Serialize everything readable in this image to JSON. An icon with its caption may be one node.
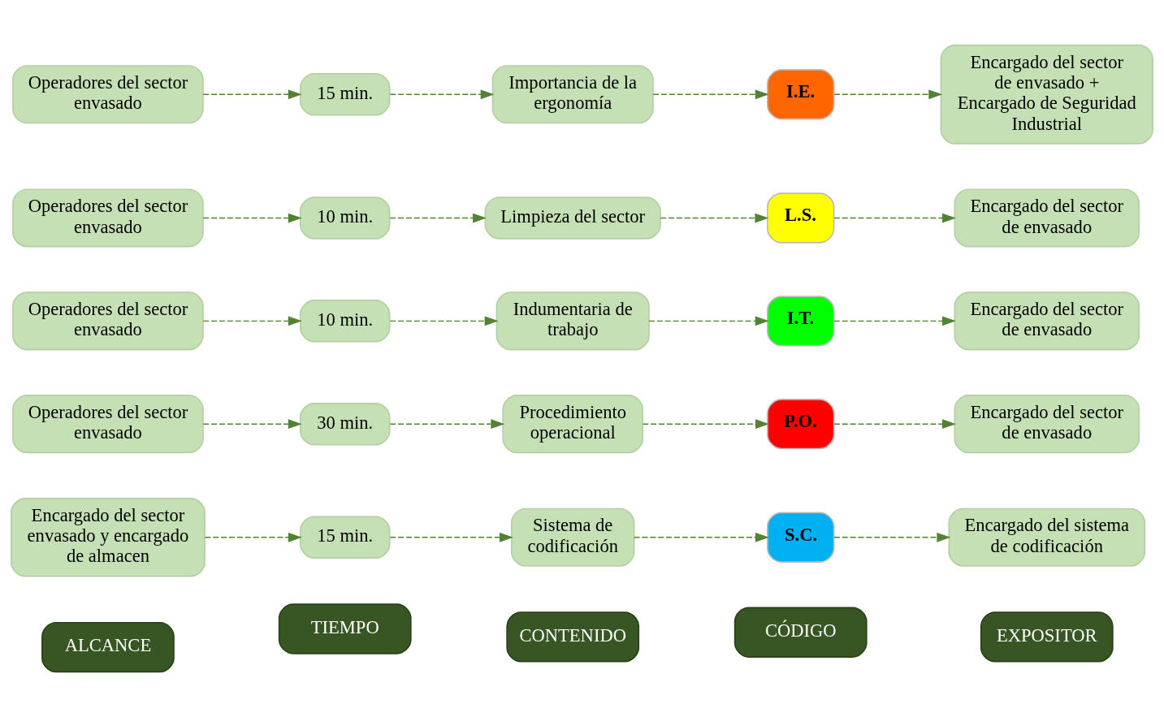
{
  "diagram": {
    "nodes": [
      {
        "text": [
          "ALCANCE"
        ]
      },
      {
        "text": [
          "TIEMPO"
        ]
      },
      {
        "text": [
          "CONTENIDO"
        ]
      },
      {
        "text": [
          "CÓDIGO"
        ]
      },
      {
        "text": [
          "EXPOSITOR"
        ]
      },
      {
        "text": [
          "Encargado del sector envasado y encargado de almacen"
        ]
      },
      {
        "text": [
          "15 min."
        ]
      },
      {
        "text": [
          "Sistema de codificación"
        ]
      },
      {
        "text": [
          "S.C."
        ]
      },
      {
        "text": [
          "Encargado del sistema de codificación"
        ]
      },
      {
        "text": [
          "Operadores del sector envasado"
        ]
      },
      {
        "text": [
          "30 min."
        ]
      },
      {
        "text": [
          "Procedimiento operacional"
        ]
      },
      {
        "text": [
          "P.O."
        ]
      },
      {
        "text": [
          "Encargado del sector de envasado"
        ]
      },
      {
        "text": [
          "Operadores del sector envasado"
        ]
      },
      {
        "text": [
          "10 min."
        ]
      },
      {
        "text": [
          "Indumentaria de trabajo"
        ]
      },
      {
        "text": [
          "I.T."
        ]
      },
      {
        "text": [
          "Encargado del sector de envasado"
        ]
      },
      {
        "text": [
          "Operadores del sector envasado"
        ]
      },
      {
        "text": [
          "10 min."
        ]
      },
      {
        "text": [
          "Limpieza del sector"
        ]
      },
      {
        "text": [
          "L.S."
        ]
      },
      {
        "text": [
          "Encargado del sector de envasado"
        ]
      },
      {
        "text": [
          "Operadores del sector envasado"
        ]
      },
      {
        "text": [
          "15 min."
        ]
      },
      {
        "text": [
          "Importancia de la ergonomía"
        ]
      },
      {
        "text": [
          "I.E."
        ]
      },
      {
        "text": [
          "Encargado del sector de envasado + Encargado de Seguridad Industrial"
        ]
      }
    ],
    "edges": [
      {
        "from": 5,
        "to": 6,
        "arrow": "to",
        "style": "dashed"
      },
      {
        "from": 6,
        "to": 7,
        "arrow": "to",
        "style": "dashed"
      },
      {
        "from": 7,
        "to": 8,
        "arrow": "to",
        "style": "dashed"
      },
      {
        "from": 8,
        "to": 9,
        "arrow": "to",
        "style": "dashed"
      },
      {
        "from": 10,
        "to": 11,
        "arrow": "to",
        "style": "dashed"
      },
      {
        "from": 11,
        "to": 12,
        "arrow": "to",
        "style": "dashed"
      },
      {
        "from": 12,
        "to": 13,
        "arrow": "to",
        "style": "dashed"
      },
      {
        "from": 13,
        "to": 14,
        "arrow": "to",
        "style": "dashed"
      },
      {
        "from": 15,
        "to": 16,
        "arrow": "to",
        "style": "dashed"
      },
      {
        "from": 16,
        "to": 17,
        "arrow": "to",
        "style": "dashed"
      },
      {
        "from": 17,
        "to": 18,
        "arrow": "to",
        "style": "dashed"
      },
      {
        "from": 18,
        "to": 19,
        "arrow": "to",
        "style": "dashed"
      },
      {
        "from": 20,
        "to": 21,
        "arrow": "to",
        "style": "dashed"
      },
      {
        "from": 21,
        "to": 22,
        "arrow": "to",
        "style": "dashed"
      },
      {
        "from": 22,
        "to": 23,
        "arrow": "to",
        "style": "dashed"
      },
      {
        "from": 23,
        "to": 24,
        "arrow": "to",
        "style": "dashed"
      },
      {
        "from": 25,
        "to": 26,
        "arrow": "to",
        "style": "dashed"
      },
      {
        "from": 26,
        "to": 27,
        "arrow": "to",
        "style": "dashed"
      },
      {
        "from": 27,
        "to": 28,
        "arrow": "to",
        "style": "dashed"
      },
      {
        "from": 28,
        "to": 29,
        "arrow": "to",
        "style": "dashed"
      }
    ]
  }
}
